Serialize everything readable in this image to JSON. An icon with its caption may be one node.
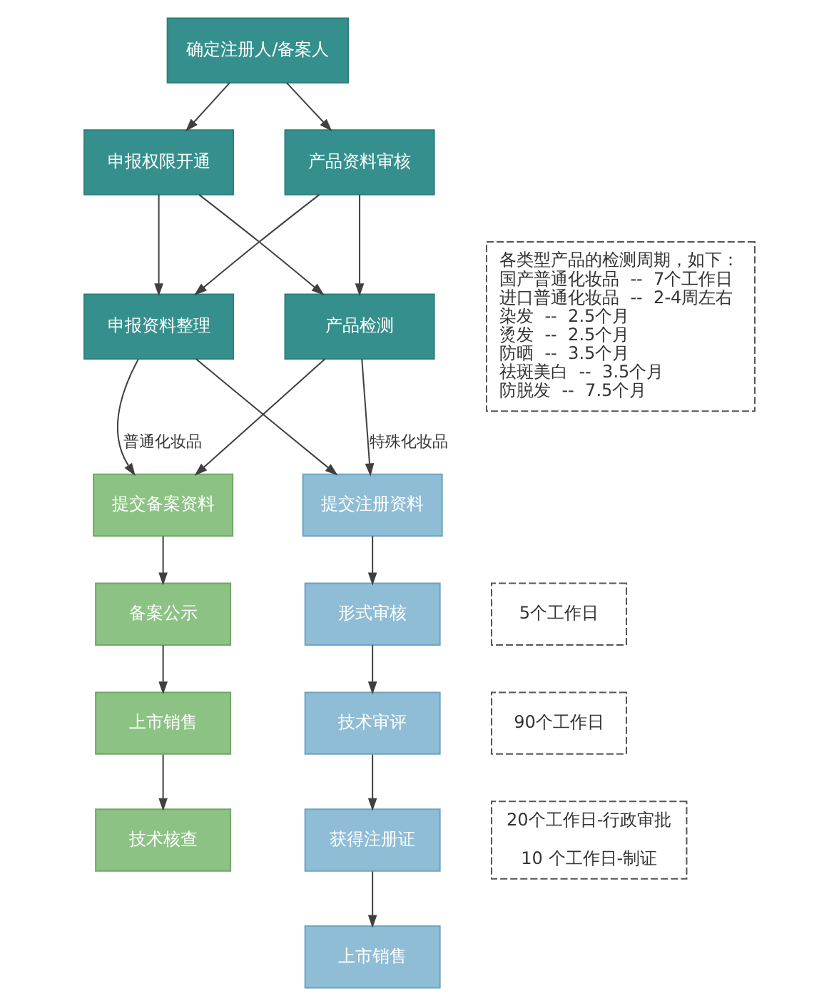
{
  "diagram": {
    "nodes": [
      {
        "text": [
          "确定注册人/备案人"
        ]
      },
      {
        "text": [
          "申报权限开通"
        ]
      },
      {
        "text": [
          "产品资料审核"
        ]
      },
      {
        "text": [
          "申报资料整理"
        ]
      },
      {
        "text": [
          "产品检测"
        ]
      },
      {
        "text": [
          "各类型产品的检测周期，如下：",
          "国产普通化妆品  --  7个工作日",
          "进口普通化妆品  --  2-4周左右",
          "染发  --  2.5个月",
          "烫发  --  2.5个月",
          "防晒  --  3.5个月",
          "祛斑美白  --  3.5个月",
          "防脱发  --  7.5个月"
        ]
      },
      {
        "text": [
          "提交备案资料"
        ]
      },
      {
        "text": [
          "提交注册资料"
        ]
      },
      {
        "text": [
          "备案公示"
        ]
      },
      {
        "text": [
          "形式审核"
        ]
      },
      {
        "text": [
          "5个工作日"
        ]
      },
      {
        "text": [
          "上市销售"
        ]
      },
      {
        "text": [
          "技术审评"
        ]
      },
      {
        "text": [
          "90个工作日"
        ]
      },
      {
        "text": [
          "技术核查"
        ]
      },
      {
        "text": [
          "获得注册证"
        ]
      },
      {
        "text": [
          "20个工作日-行政审批",
          "10 个工作日-制证"
        ]
      },
      {
        "text": [
          "上市销售"
        ]
      }
    ],
    "edges": [
      {
        "from": 0,
        "to": 1,
        "arrow": "to"
      },
      {
        "from": 0,
        "to": 2,
        "arrow": "to"
      },
      {
        "from": 1,
        "to": 3,
        "arrow": "to"
      },
      {
        "from": 1,
        "to": 4,
        "arrow": "to"
      },
      {
        "from": 2,
        "to": 3,
        "arrow": "to"
      },
      {
        "from": 2,
        "to": 4,
        "arrow": "to"
      },
      {
        "from": 3,
        "to": 6,
        "arrow": "to",
        "label": "普通化妆品"
      },
      {
        "from": 4,
        "to": 6,
        "arrow": "to"
      },
      {
        "from": 3,
        "to": 7,
        "arrow": "to"
      },
      {
        "from": 4,
        "to": 7,
        "arrow": "to",
        "label": "特殊化妆品"
      },
      {
        "from": 6,
        "to": 8,
        "arrow": "to"
      },
      {
        "from": 8,
        "to": 11,
        "arrow": "to"
      },
      {
        "from": 11,
        "to": 14,
        "arrow": "to"
      },
      {
        "from": 7,
        "to": 9,
        "arrow": "to"
      },
      {
        "from": 9,
        "to": 12,
        "arrow": "to"
      },
      {
        "from": 12,
        "to": 15,
        "arrow": "to"
      },
      {
        "from": 15,
        "to": 17,
        "arrow": "to"
      }
    ]
  }
}
